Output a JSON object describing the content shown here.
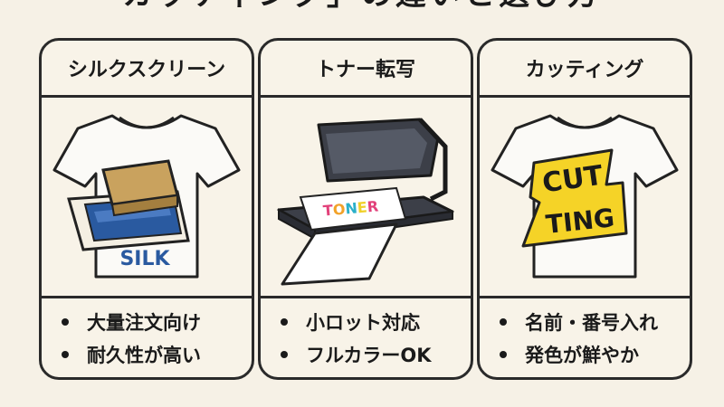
{
  "title": "カッティング」の違いと選び方",
  "panels": [
    {
      "heading": "シルクスクリーン",
      "illustration_label": "SILK",
      "bullets": [
        "大量注文向け",
        "耐久性が高い"
      ]
    },
    {
      "heading": "トナー転写",
      "illustration_label": "TONER",
      "bullets": [
        "小ロット対応",
        "フルカラーOK"
      ]
    },
    {
      "heading": "カッティング",
      "illustration_label_top": "CUT",
      "illustration_label_bottom": "TING",
      "bullets": [
        "名前・番号入れ",
        "発色が鮮やか"
      ]
    }
  ],
  "colors": {
    "background": "#f6f1e6",
    "silk_blue": "#2a5aa0",
    "squeegee_tan": "#c9a25e",
    "press_dark": "#3c3f48",
    "cutting_yellow": "#f5d327"
  }
}
